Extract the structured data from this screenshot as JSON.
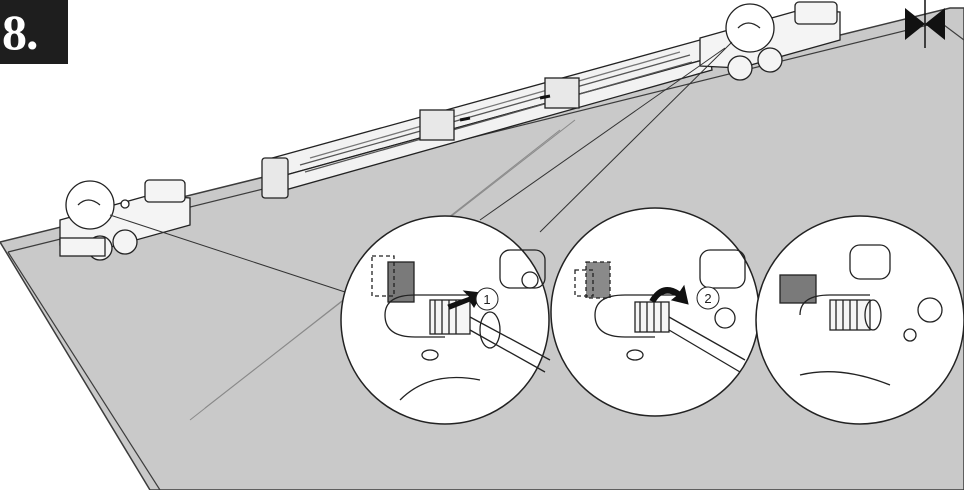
{
  "step": {
    "number": "8."
  },
  "callouts": [
    {
      "label": "1",
      "action": "compress-spring"
    },
    {
      "label": "2",
      "action": "rotate-lock"
    }
  ],
  "colors": {
    "panel_fill": "#c9c9c9",
    "panel_stroke": "#3c3c3c",
    "line": "#2b2b2b",
    "badge_bg": "#1e1e1e",
    "badge_text": "#ffffff",
    "detail_bg": "#ffffff"
  },
  "icons": {
    "corner_marker": "bowtie-arrows-icon",
    "step1_arrow": "push-arrow-icon",
    "step2_arrow": "curved-rotate-arrow-icon"
  }
}
